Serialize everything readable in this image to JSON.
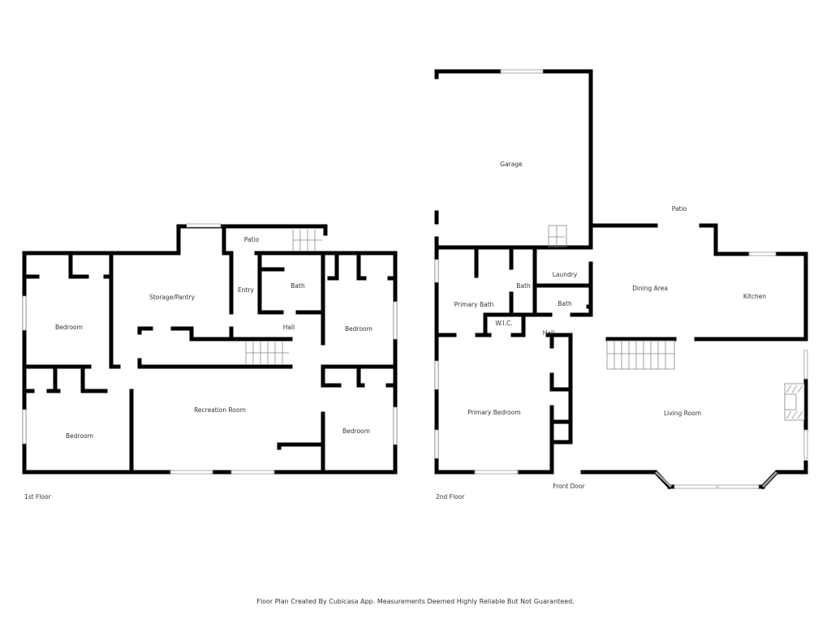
{
  "floors": [
    {
      "label": "1st Floor",
      "rooms": [
        {
          "name": "Patio"
        },
        {
          "name": "Storage/Pantry"
        },
        {
          "name": "Entry"
        },
        {
          "name": "Bath"
        },
        {
          "name": "Bedroom"
        },
        {
          "name": "Hall"
        },
        {
          "name": "Bedroom"
        },
        {
          "name": "Recreation Room"
        },
        {
          "name": "Bedroom"
        },
        {
          "name": "Bedroom"
        }
      ]
    },
    {
      "label": "2nd Floor",
      "rooms": [
        {
          "name": "Garage"
        },
        {
          "name": "Patio"
        },
        {
          "name": "Laundry"
        },
        {
          "name": "Bath"
        },
        {
          "name": "Primary Bath"
        },
        {
          "name": "Dining Area"
        },
        {
          "name": "Kitchen"
        },
        {
          "name": "Bath"
        },
        {
          "name": "W.I.C."
        },
        {
          "name": "Hall"
        },
        {
          "name": "Primary Bedroom"
        },
        {
          "name": "Living Room"
        },
        {
          "name": "Front Door"
        }
      ]
    }
  ],
  "footer": "Floor Plan Created By Cubicasa App. Measurements Deemed Highly Reliable But Not Guaranteed."
}
